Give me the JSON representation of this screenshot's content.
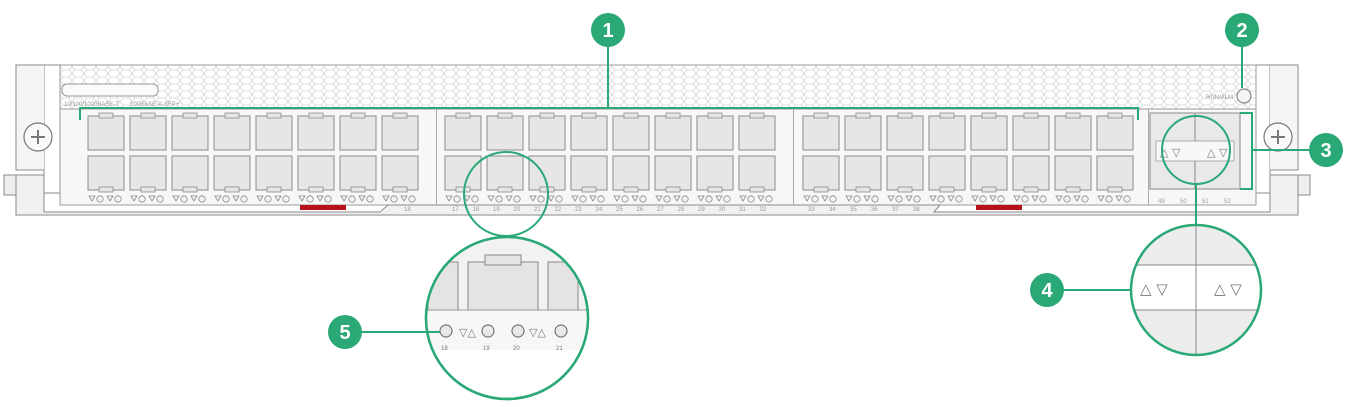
{
  "panel": {
    "model_label_left": "10/100/1000BASE-T",
    "model_label_right": "100BASE-X-SFP+",
    "run_alm_label": "RUN/ALM"
  },
  "callouts": [
    "1",
    "2",
    "3",
    "4",
    "5"
  ],
  "port_numbers": {
    "group1": [
      "18"
    ],
    "group2": [
      "17",
      "18",
      "19",
      "20",
      "21",
      "22",
      "23",
      "24",
      "25",
      "26",
      "27",
      "28",
      "29",
      "30",
      "31",
      "32"
    ],
    "group3": [
      "33",
      "34",
      "35",
      "36",
      "37",
      "38"
    ],
    "sfp": [
      "49",
      "50",
      "51",
      "52"
    ]
  },
  "zoom_led": {
    "port_numbers": [
      "18",
      "19",
      "20",
      "21"
    ]
  },
  "colors": {
    "callout": "#2aa876",
    "bracket": "#2aa876",
    "tab_red": "#b5121b",
    "panel_fill": "#f7f7f7",
    "port_fill": "#e6e6e6"
  }
}
